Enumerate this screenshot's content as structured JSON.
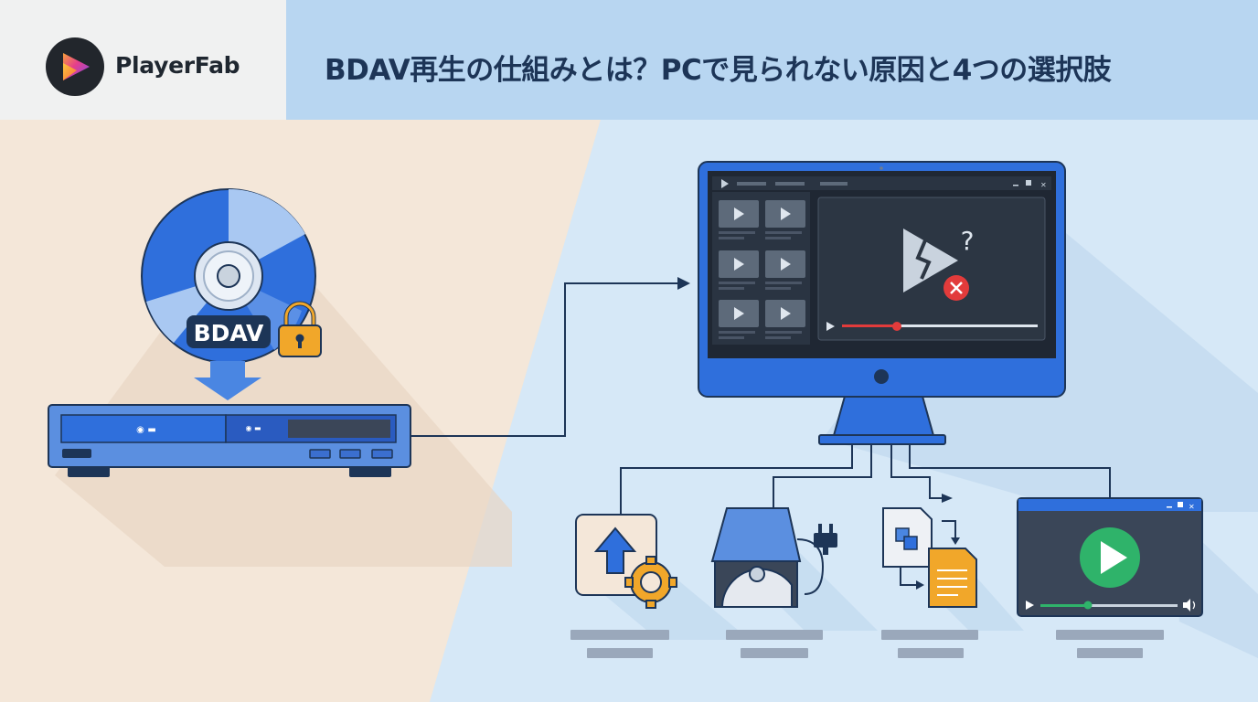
{
  "header": {
    "brand": "PlayerFab",
    "title": "BDAV再生の仕組みとは？PCで見られない原因と4つの選択肢"
  },
  "disc": {
    "label": "BDAV"
  },
  "player_ui": {
    "question_mark": "?"
  },
  "colors": {
    "accent_blue": "#2f6fdc",
    "dark_navy": "#1d3557",
    "lock_orange": "#f1a72a",
    "error_red": "#e23b3b",
    "play_green": "#2fb36a",
    "left_panel": "#f4e7d9",
    "right_panel": "#d6e8f7"
  },
  "icons": {
    "logo": "playerfab-logo-icon",
    "disc": "blu-ray-disc-icon",
    "lock": "padlock-icon",
    "arrow_down": "arrow-down-icon",
    "recorder": "blu-ray-recorder-icon",
    "monitor": "desktop-monitor-icon",
    "broken_play": "broken-play-icon",
    "error": "error-x-icon",
    "upgrade": "upload-settings-icon",
    "drive": "external-drive-icon",
    "convert": "file-convert-icon",
    "player": "media-player-icon"
  }
}
